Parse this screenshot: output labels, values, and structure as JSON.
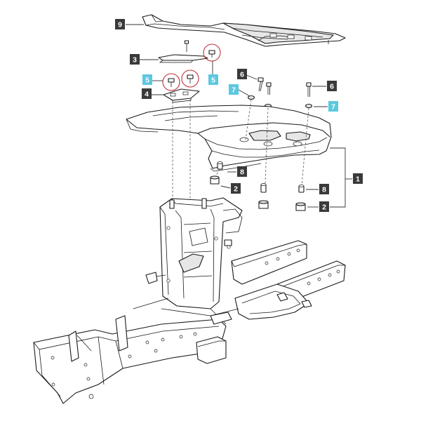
{
  "colors": {
    "callout_dark": "#3a3a3a",
    "callout_highlight": "#5bc8e0",
    "highlight_ring": "#c0303a",
    "line": "#1a1a1a"
  },
  "callouts": [
    {
      "label": "9",
      "style": "dark"
    },
    {
      "label": "3",
      "style": "dark"
    },
    {
      "label": "5",
      "style": "highlight"
    },
    {
      "label": "5",
      "style": "highlight"
    },
    {
      "label": "4",
      "style": "dark"
    },
    {
      "label": "6",
      "style": "dark"
    },
    {
      "label": "7",
      "style": "highlight"
    },
    {
      "label": "6",
      "style": "dark"
    },
    {
      "label": "7",
      "style": "highlight"
    },
    {
      "label": "1",
      "style": "dark"
    },
    {
      "label": "8",
      "style": "dark"
    },
    {
      "label": "2",
      "style": "dark"
    },
    {
      "label": "8",
      "style": "dark"
    },
    {
      "label": "2",
      "style": "dark"
    }
  ]
}
